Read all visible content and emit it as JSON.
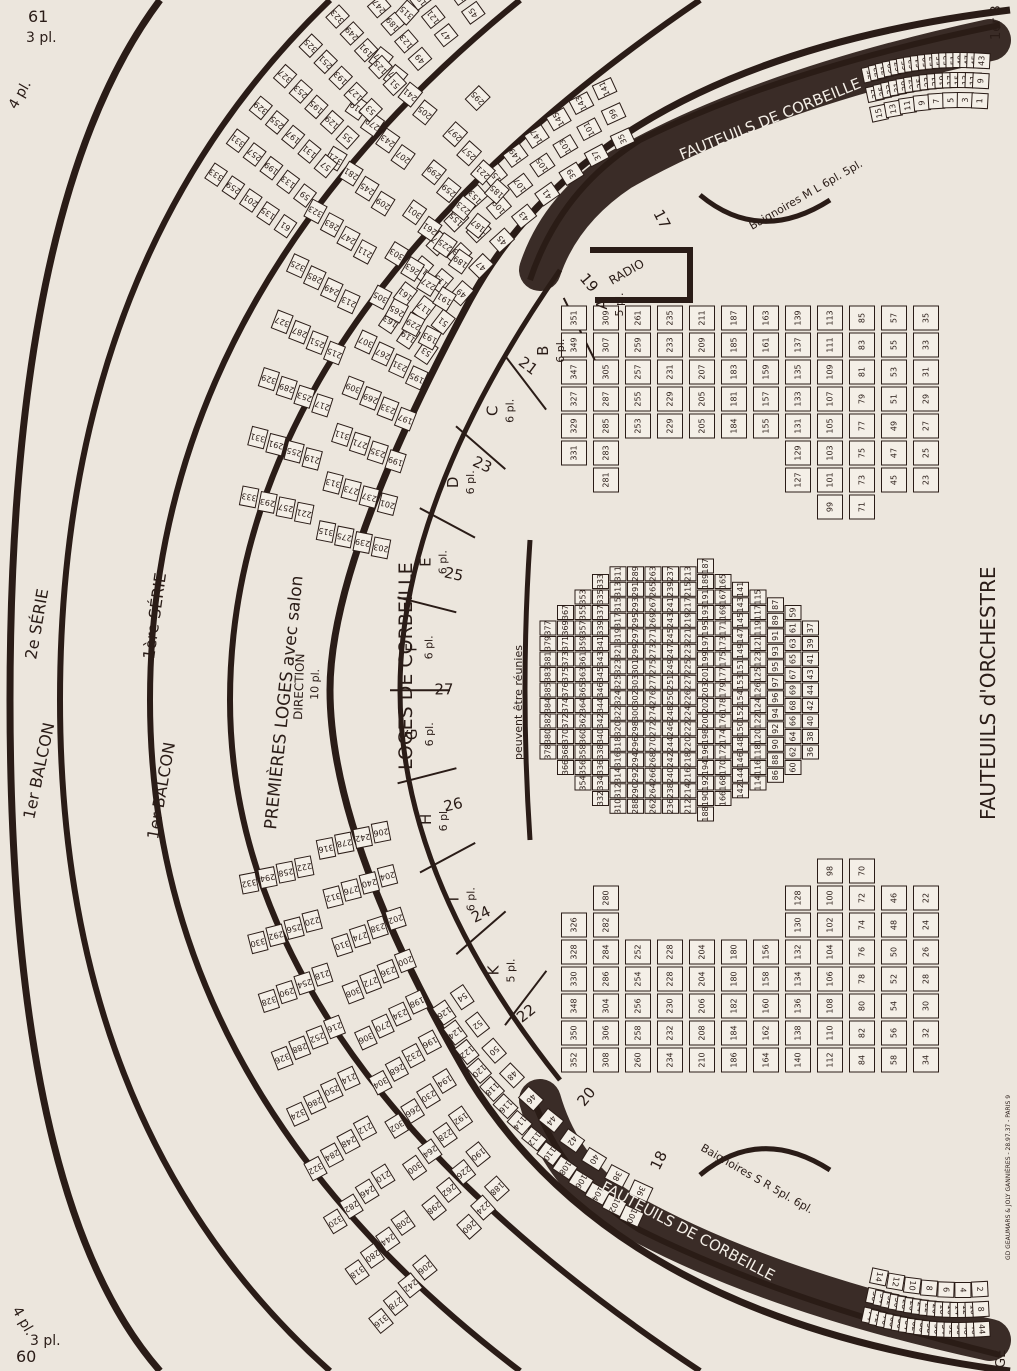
{
  "theater": {
    "section_labels": {
      "balcon_2": "1er BALCON",
      "serie_2": "2e SÉRIE",
      "balcon_1": "1er BALCON",
      "serie_1": "1ère SÉRIE",
      "premieres_loges": "PREMIÈRES LOGES avec salon",
      "loges_corbeille": "LOGES DE CORBEILLE",
      "fauteuils_corbeille_top": "FAUTEUILS DE CORBEILLE",
      "fauteuils_corbeille_bottom": "FAUTEUILS DE CORBEILLE",
      "fauteuils_orchestre": "FAUTEUILS d'ORCHESTRE",
      "radio": "RADIO",
      "direction": "DIRECTION",
      "direction_places": "10 pl.",
      "reunion_note": "peuvent être réunies",
      "baignoires_top": "Baignoires M L 6pl. 5pl.",
      "baignoires_bottom": "Baignoires S R 5pl. 6pl.",
      "corner_top": "1er B",
      "corner_bottom": "GE",
      "printer_note": "GD GEAUMARS & JOLY GANNIÈRES - 28.97.37 - PARIS 9"
    },
    "loge_boxes": [
      {
        "letter": "A",
        "places": "5 pl."
      },
      {
        "letter": "B",
        "places": "6 pl."
      },
      {
        "letter": "C",
        "places": "6 pl."
      },
      {
        "letter": "D",
        "places": "6 pl."
      },
      {
        "letter": "E",
        "places": "6 pl."
      },
      {
        "letter": "F",
        "places": "6 pl."
      },
      {
        "letter": "G",
        "places": "6 pl."
      },
      {
        "letter": "H",
        "places": "6 pl."
      },
      {
        "letter": "I",
        "places": "6 pl."
      },
      {
        "letter": "K",
        "places": "5 pl."
      }
    ],
    "premieres_loges_numbers": [
      "17",
      "19",
      "21",
      "23",
      "25",
      "27",
      "26",
      "24",
      "22",
      "20",
      "18"
    ],
    "balcony_side_numbers": [
      "61",
      "3 pl.",
      "4 pl.",
      "60",
      "3 pl.",
      "4 pl."
    ],
    "orchestra_rows": [
      [
        "377",
        "379",
        "381",
        "383",
        "385",
        "384",
        "382",
        "380",
        "378"
      ],
      [
        "367",
        "369",
        "371",
        "373",
        "375",
        "376",
        "374",
        "372",
        "370",
        "368",
        "366"
      ],
      [
        "353",
        "355",
        "357",
        "359",
        "361",
        "363",
        "365",
        "364",
        "362",
        "360",
        "358",
        "356",
        "354"
      ],
      [
        "333",
        "335",
        "337",
        "339",
        "341",
        "343",
        "345",
        "346",
        "344",
        "342",
        "340",
        "338",
        "336",
        "334",
        "332"
      ],
      [
        "311",
        "313",
        "315",
        "317",
        "319",
        "321",
        "323",
        "325",
        "324",
        "322",
        "320",
        "318",
        "316",
        "314",
        "312",
        "310"
      ],
      [
        "289",
        "291",
        "293",
        "295",
        "297",
        "299",
        "301",
        "303",
        "302",
        "300",
        "298",
        "296",
        "294",
        "292",
        "290",
        "288"
      ],
      [
        "263",
        "265",
        "267",
        "269",
        "271",
        "273",
        "275",
        "277",
        "276",
        "274",
        "272",
        "270",
        "268",
        "266",
        "264",
        "262"
      ],
      [
        "237",
        "239",
        "241",
        "243",
        "245",
        "247",
        "249",
        "251",
        "250",
        "248",
        "246",
        "244",
        "242",
        "240",
        "238",
        "236"
      ],
      [
        "213",
        "215",
        "217",
        "219",
        "221",
        "223",
        "225",
        "227",
        "226",
        "224",
        "222",
        "220",
        "218",
        "216",
        "214",
        "212"
      ],
      [
        "187",
        "189",
        "191",
        "193",
        "195",
        "197",
        "199",
        "201",
        "203",
        "202",
        "200",
        "198",
        "196",
        "194",
        "192",
        "190",
        "188"
      ],
      [
        "165",
        "167",
        "169",
        "171",
        "173",
        "175",
        "177",
        "179",
        "178",
        "176",
        "174",
        "172",
        "170",
        "168",
        "166"
      ],
      [
        "141",
        "143",
        "145",
        "147",
        "149",
        "151",
        "153",
        "154",
        "152",
        "150",
        "148",
        "146",
        "144",
        "142"
      ],
      [
        "115",
        "117",
        "119",
        "121",
        "123",
        "125",
        "126",
        "124",
        "122",
        "120",
        "118",
        "116",
        "114"
      ],
      [
        "87",
        "89",
        "91",
        "93",
        "95",
        "97",
        "96",
        "94",
        "92",
        "90",
        "88",
        "86"
      ],
      [
        "59",
        "61",
        "63",
        "65",
        "67",
        "69",
        "68",
        "66",
        "64",
        "62",
        "60"
      ],
      [
        "37",
        "39",
        "41",
        "43",
        "44",
        "42",
        "40",
        "38",
        "36"
      ]
    ],
    "orchestra_side_top": [
      [
        "351",
        "349",
        "347",
        "327",
        "329",
        "331"
      ],
      [
        "309",
        "307",
        "305",
        "287",
        "285",
        "283",
        "281"
      ],
      [
        "261",
        "259",
        "257",
        "255",
        "253"
      ],
      [
        "235",
        "233",
        "231",
        "229",
        "229"
      ],
      [
        "211",
        "209",
        "207",
        "205",
        "205"
      ],
      [
        "187",
        "185",
        "183",
        "181",
        "184"
      ],
      [
        "163",
        "161",
        "159",
        "157",
        "155"
      ],
      [
        "139",
        "137",
        "135",
        "133",
        "131",
        "129",
        "127"
      ],
      [
        "113",
        "111",
        "109",
        "107",
        "105",
        "103",
        "101",
        "99"
      ],
      [
        "85",
        "83",
        "81",
        "79",
        "77",
        "75",
        "73",
        "71"
      ],
      [
        "57",
        "55",
        "53",
        "51",
        "49",
        "47",
        "45"
      ],
      [
        "35",
        "33",
        "31",
        "29",
        "27",
        "25",
        "23"
      ]
    ],
    "orchestra_side_bottom": [
      [
        "352",
        "350",
        "348",
        "330",
        "328",
        "326"
      ],
      [
        "308",
        "306",
        "304",
        "286",
        "284",
        "282",
        "280"
      ],
      [
        "260",
        "258",
        "256",
        "254",
        "252"
      ],
      [
        "234",
        "232",
        "230",
        "228",
        "228"
      ],
      [
        "210",
        "208",
        "206",
        "204",
        "204"
      ],
      [
        "186",
        "184",
        "182",
        "180",
        "180"
      ],
      [
        "164",
        "162",
        "160",
        "158",
        "156"
      ],
      [
        "140",
        "138",
        "136",
        "134",
        "132",
        "130",
        "128"
      ],
      [
        "112",
        "110",
        "108",
        "106",
        "104",
        "102",
        "100",
        "98"
      ],
      [
        "84",
        "82",
        "80",
        "78",
        "76",
        "74",
        "72",
        "70"
      ],
      [
        "58",
        "56",
        "54",
        "52",
        "50",
        "48",
        "46"
      ],
      [
        "34",
        "32",
        "30",
        "28",
        "26",
        "24",
        "22"
      ]
    ],
    "ring_top": [
      [
        "75",
        "73",
        "71",
        "69",
        "67",
        "65",
        "63",
        "61",
        "59",
        "57",
        "55",
        "53",
        "51",
        "49",
        "47",
        "45",
        "43"
      ],
      [
        "37",
        "35",
        "33",
        "31",
        "29",
        "27",
        "25",
        "23",
        "21",
        "19",
        "17",
        "15",
        "13",
        "11",
        "9"
      ],
      [
        "15",
        "13",
        "11",
        "9",
        "7",
        "5",
        "3",
        "1"
      ]
    ],
    "ring_bottom": [
      [
        "74",
        "72",
        "70",
        "68",
        "66",
        "64",
        "62",
        "60",
        "58",
        "56",
        "54",
        "52",
        "50",
        "48",
        "46",
        "44"
      ],
      [
        "36",
        "34",
        "32",
        "30",
        "28",
        "26",
        "24",
        "22",
        "20",
        "18",
        "16",
        "14",
        "12",
        "10",
        "8"
      ],
      [
        "14",
        "12",
        "10",
        "8",
        "6",
        "4",
        "2"
      ]
    ],
    "premieres_loges_seats": [
      [
        "163",
        "161",
        "159",
        "157",
        "155",
        "153",
        "151",
        "149",
        "147",
        "145",
        "143",
        "141"
      ],
      [
        "119",
        "117",
        "115",
        "113",
        "111",
        "109",
        "107",
        "105",
        "103",
        "101",
        "99"
      ],
      [
        "53",
        "51",
        "49",
        "47",
        "45",
        "43",
        "41",
        "39",
        "37",
        "35"
      ],
      [
        "126",
        "124",
        "122",
        "120",
        "118",
        "116",
        "114",
        "112",
        "110",
        "108",
        "106",
        "104",
        "102",
        "100"
      ],
      [
        "54",
        "52",
        "50",
        "48",
        "46",
        "44",
        "42",
        "40",
        "38",
        "36"
      ]
    ],
    "balcon_1_rows": [
      [
        "315",
        "313",
        "311",
        "309",
        "307",
        "305",
        "303",
        "301",
        "299",
        "297",
        "295"
      ],
      [
        "275",
        "273",
        "271",
        "269",
        "267",
        "265",
        "263",
        "261",
        "259",
        "257"
      ],
      [
        "239",
        "237",
        "235",
        "233",
        "231",
        "229",
        "227",
        "225",
        "223",
        "221"
      ],
      [
        "203",
        "201",
        "199",
        "197",
        "195",
        "193",
        "191",
        "189",
        "187",
        "185"
      ],
      [
        "316",
        "312",
        "310",
        "308",
        "306",
        "304",
        "302",
        "300",
        "298"
      ],
      [
        "278",
        "276",
        "274",
        "272",
        "270",
        "268",
        "266",
        "264",
        "262",
        "260"
      ],
      [
        "242",
        "240",
        "238",
        "236",
        "234",
        "232",
        "230",
        "228",
        "226",
        "224"
      ],
      [
        "206",
        "204",
        "202",
        "200",
        "198",
        "196",
        "194",
        "192",
        "190",
        "188"
      ]
    ],
    "balcon_2_rows": [
      [
        "333",
        "331",
        "329",
        "327",
        "325",
        "323",
        "321",
        "319",
        "317",
        "315"
      ],
      [
        "293",
        "291",
        "289",
        "287",
        "285",
        "283",
        "281",
        "279",
        "277"
      ],
      [
        "257",
        "255",
        "253",
        "251",
        "249",
        "247",
        "245",
        "243",
        "241"
      ],
      [
        "221",
        "219",
        "217",
        "215",
        "213",
        "211",
        "209",
        "207",
        "205"
      ],
      [
        "332",
        "330",
        "328",
        "326",
        "324",
        "322",
        "320",
        "318",
        "316"
      ],
      [
        "294",
        "292",
        "290",
        "288",
        "286",
        "284",
        "282",
        "280",
        "278"
      ],
      [
        "258",
        "256",
        "254",
        "252",
        "250",
        "248",
        "246",
        "244",
        "242"
      ],
      [
        "222",
        "220",
        "218",
        "216",
        "214",
        "212",
        "210",
        "208",
        "206"
      ]
    ],
    "balcon_upper_rows": [
      [
        "333",
        "331",
        "329",
        "327",
        "325",
        "323"
      ],
      [
        "259",
        "257",
        "255",
        "253",
        "251",
        "249",
        "247",
        "245"
      ],
      [
        "201",
        "199",
        "197",
        "195",
        "193",
        "191",
        "189",
        "187",
        "185"
      ],
      [
        "135",
        "133",
        "131",
        "129",
        "127",
        "125",
        "123",
        "121",
        "119"
      ],
      [
        "61",
        "59",
        "57",
        "55",
        "53",
        "51",
        "49",
        "47",
        "45"
      ]
    ]
  }
}
